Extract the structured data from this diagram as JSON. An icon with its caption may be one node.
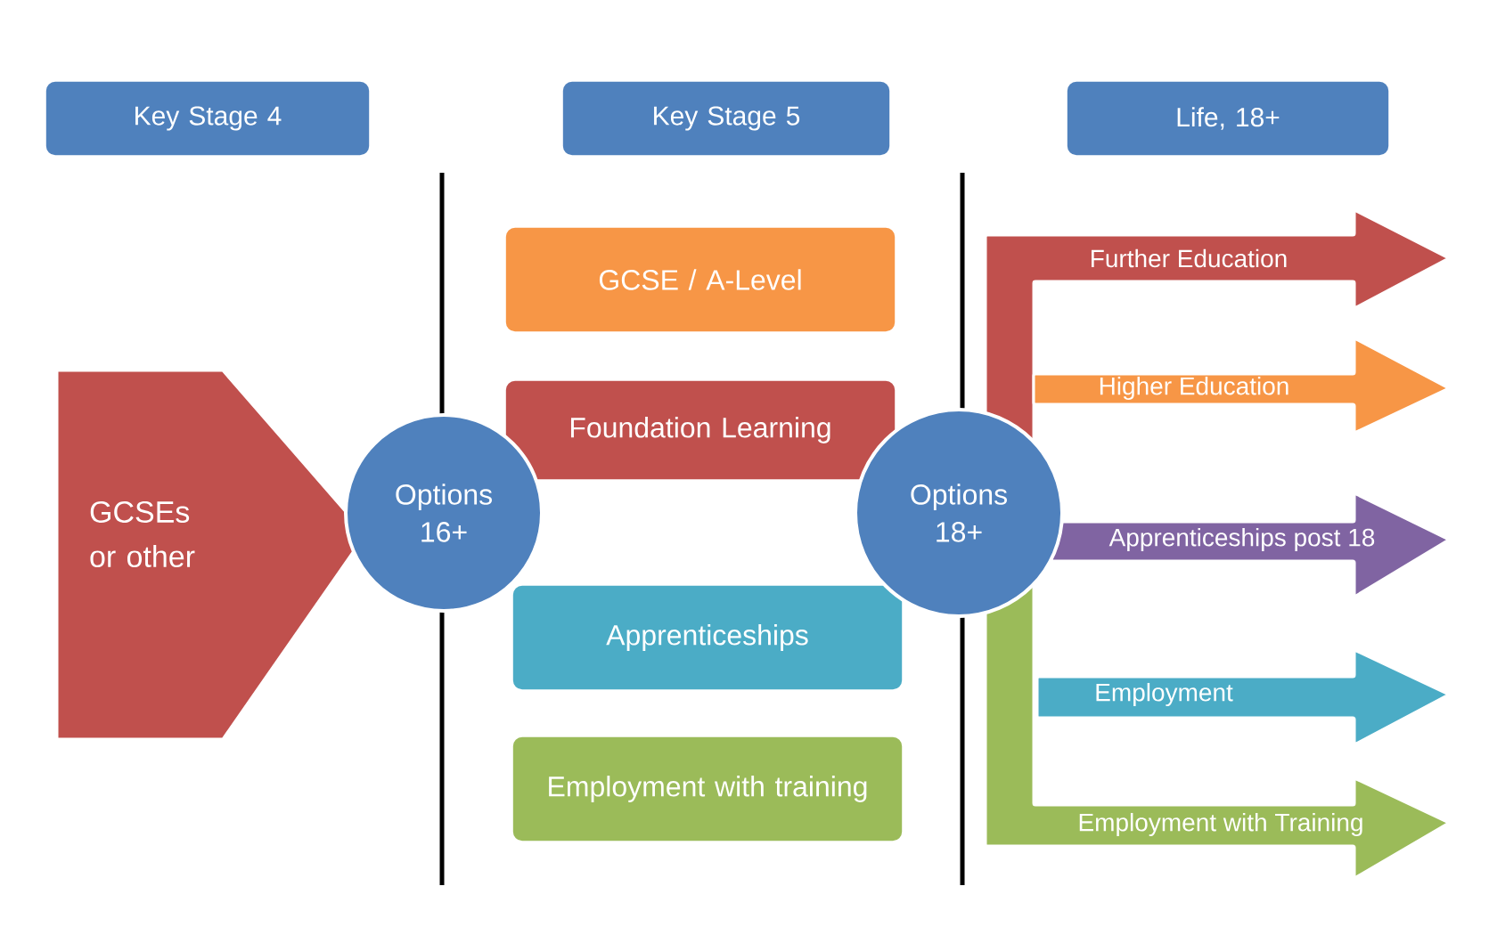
{
  "diagram": {
    "nodes": [
      {
        "text": [
          "Key Stage 4"
        ]
      },
      {
        "text": [
          "Key Stage 5"
        ]
      },
      {
        "text": [
          "Life, 18+"
        ]
      },
      {
        "text": [
          "GCSEs or other"
        ]
      },
      {
        "text": [
          "Options 16+"
        ]
      },
      {
        "text": [
          "GCSE / A-Level"
        ]
      },
      {
        "text": [
          "Foundation Learning"
        ]
      },
      {
        "text": [
          "Apprenticeships"
        ]
      },
      {
        "text": [
          "Employment with training"
        ]
      },
      {
        "text": [
          "Options 18+"
        ]
      },
      {
        "text": [
          "Further Education"
        ]
      },
      {
        "text": [
          "Higher Education"
        ]
      },
      {
        "text": [
          "Apprenticeships post 18"
        ]
      },
      {
        "text": [
          "Employment"
        ]
      },
      {
        "text": [
          "Employment with Training"
        ]
      }
    ]
  }
}
